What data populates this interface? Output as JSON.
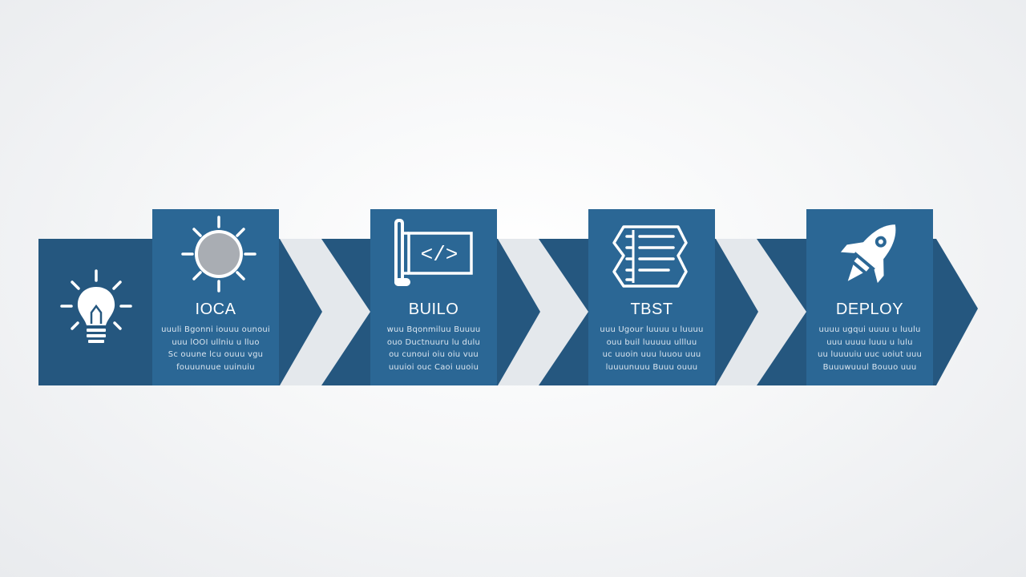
{
  "colors": {
    "band": "#25577f",
    "card": "#2b6795",
    "chevron_light": "#e4e8ec",
    "text": "#ffffff"
  },
  "start": {
    "icon": "lightbulb-icon"
  },
  "steps": [
    {
      "title": "IOCA",
      "icon": "sun-icon",
      "lines": [
        "uuuli Bgonni iouuu   ounoui",
        "uuu  lOOI  ullniu  u lluo",
        "Sc  ouune  lcu  ouuu  vgu",
        "fouuunuue   uuinuiu"
      ]
    },
    {
      "title": "BUILO",
      "icon": "code-scroll-icon",
      "lines": [
        "wuu Bqonmiluu   Buuuu",
        "ouo  Ductnuuru  lu  dulu",
        "ou  cunoui  oiu  oiu  vuu",
        "uuuioi ouc   Caoi uuoiu"
      ]
    },
    {
      "title": "TBST",
      "icon": "checklist-icon",
      "lines": [
        "uuu  Ugour  luuuu   u luuuu",
        "ouu  buil luuuuu  ullluu",
        "uc  uuoin  uuu  luuou  uuu",
        "luuuunuuu   Buuu ouuu"
      ]
    },
    {
      "title": "DEPLOY",
      "icon": "rocket-icon",
      "lines": [
        "uuuu  ugqui  uuuu   u luulu",
        "uuu  uuuu luuu  u  lulu",
        "uu luuuuiu  uuc  uoiut  uuu",
        "Buuuwuuul   Bouuo uuu"
      ]
    }
  ]
}
